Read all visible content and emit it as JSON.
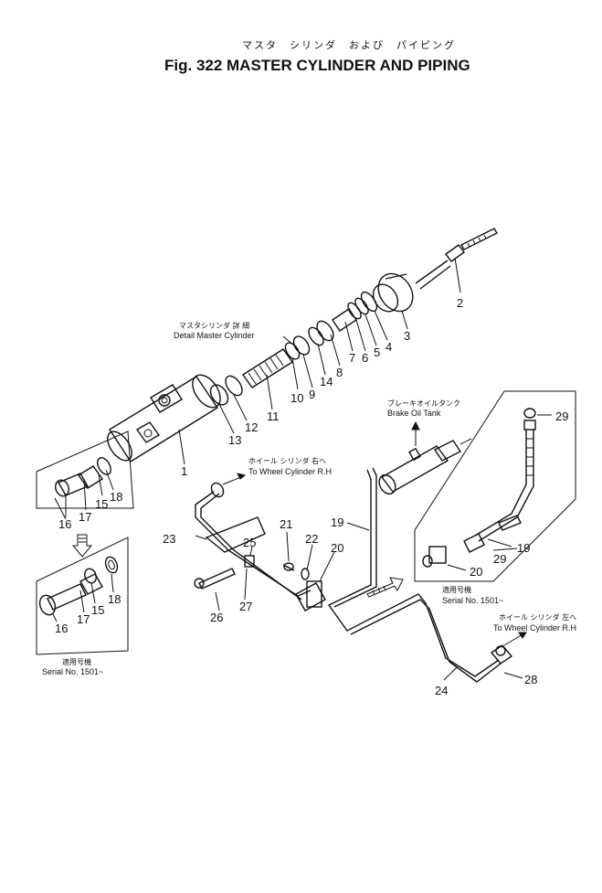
{
  "title": {
    "jp": "マスタ　シリンダ　および　パイピング",
    "en": "Fig. 322  MASTER CYLINDER AND PIPING"
  },
  "captions": {
    "detail_master_jp": "マスタシリンダ 詳 細",
    "detail_master_en": "Detail Master Cylinder",
    "brake_tank_jp": "ブレーキオイルタンク",
    "brake_tank_en": "Brake Oil Tank",
    "wheel_rh_jp_1": "ホイール シリンダ 右へ",
    "wheel_rh_en_1": "To Wheel Cylinder R.H",
    "wheel_rh_jp_2": "ホイール シリンダ 左へ",
    "wheel_rh_en_2": "To Wheel Cylinder R.H",
    "serial_jp_left": "適用号機",
    "serial_en_left": "Serial No. 1501~",
    "serial_jp_right": "適用号機",
    "serial_en_right": "Serial No. 1501~"
  },
  "callouts": [
    {
      "id": "c2",
      "text": "2"
    },
    {
      "id": "c3",
      "text": "3"
    },
    {
      "id": "c4",
      "text": "4"
    },
    {
      "id": "c5",
      "text": "5"
    },
    {
      "id": "c6",
      "text": "6"
    },
    {
      "id": "c7",
      "text": "7"
    },
    {
      "id": "c8",
      "text": "8"
    },
    {
      "id": "c14",
      "text": "14"
    },
    {
      "id": "c9",
      "text": "9"
    },
    {
      "id": "c10",
      "text": "10"
    },
    {
      "id": "c11",
      "text": "11"
    },
    {
      "id": "c12",
      "text": "12"
    },
    {
      "id": "c13",
      "text": "13"
    },
    {
      "id": "c1",
      "text": "1"
    },
    {
      "id": "c18a",
      "text": "18"
    },
    {
      "id": "c15a",
      "text": "15"
    },
    {
      "id": "c17a",
      "text": "17"
    },
    {
      "id": "c16a",
      "text": "16"
    },
    {
      "id": "c18b",
      "text": "18"
    },
    {
      "id": "c15b",
      "text": "15"
    },
    {
      "id": "c17b",
      "text": "17"
    },
    {
      "id": "c16b",
      "text": "16"
    },
    {
      "id": "c23",
      "text": "23"
    },
    {
      "id": "c25",
      "text": "25"
    },
    {
      "id": "c26",
      "text": "26"
    },
    {
      "id": "c27",
      "text": "27"
    },
    {
      "id": "c21",
      "text": "21"
    },
    {
      "id": "c22",
      "text": "22"
    },
    {
      "id": "c20",
      "text": "20"
    },
    {
      "id": "c19",
      "text": "19"
    },
    {
      "id": "c24",
      "text": "24"
    },
    {
      "id": "c28",
      "text": "28"
    },
    {
      "id": "c29a",
      "text": "29"
    },
    {
      "id": "c19b",
      "text": "19"
    },
    {
      "id": "c29b",
      "text": "29"
    },
    {
      "id": "c20b",
      "text": "20"
    }
  ]
}
